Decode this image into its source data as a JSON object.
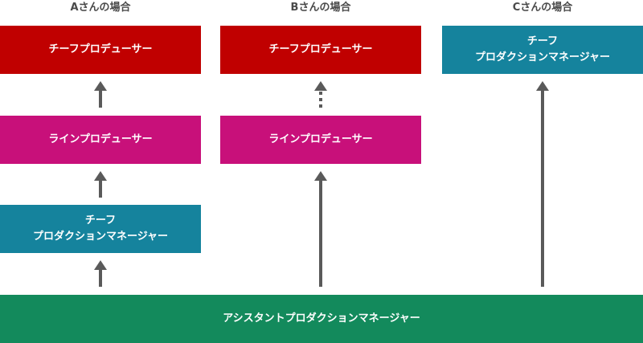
{
  "colors": {
    "chief_producer": "#c00000",
    "line_producer": "#c8107a",
    "chief_pm": "#15839d",
    "assistant_pm": "#138a5c",
    "arrow": "#5a5a5a",
    "title_text": "#4a4a4a"
  },
  "columns": [
    {
      "title": "Aさんの場合",
      "chief_producer": "チーフプロデューサー",
      "line_producer": "ラインプロデューサー",
      "chief_pm_line1": "チーフ",
      "chief_pm_line2": "プロダクションマネージャー"
    },
    {
      "title": "Bさんの場合",
      "chief_producer": "チーフプロデューサー",
      "line_producer": "ラインプロデューサー"
    },
    {
      "title": "Cさんの場合",
      "chief_pm_line1": "チーフ",
      "chief_pm_line2": "プロダクションマネージャー"
    }
  ],
  "base": {
    "label": "アシスタントプロダクションマネージャー"
  }
}
